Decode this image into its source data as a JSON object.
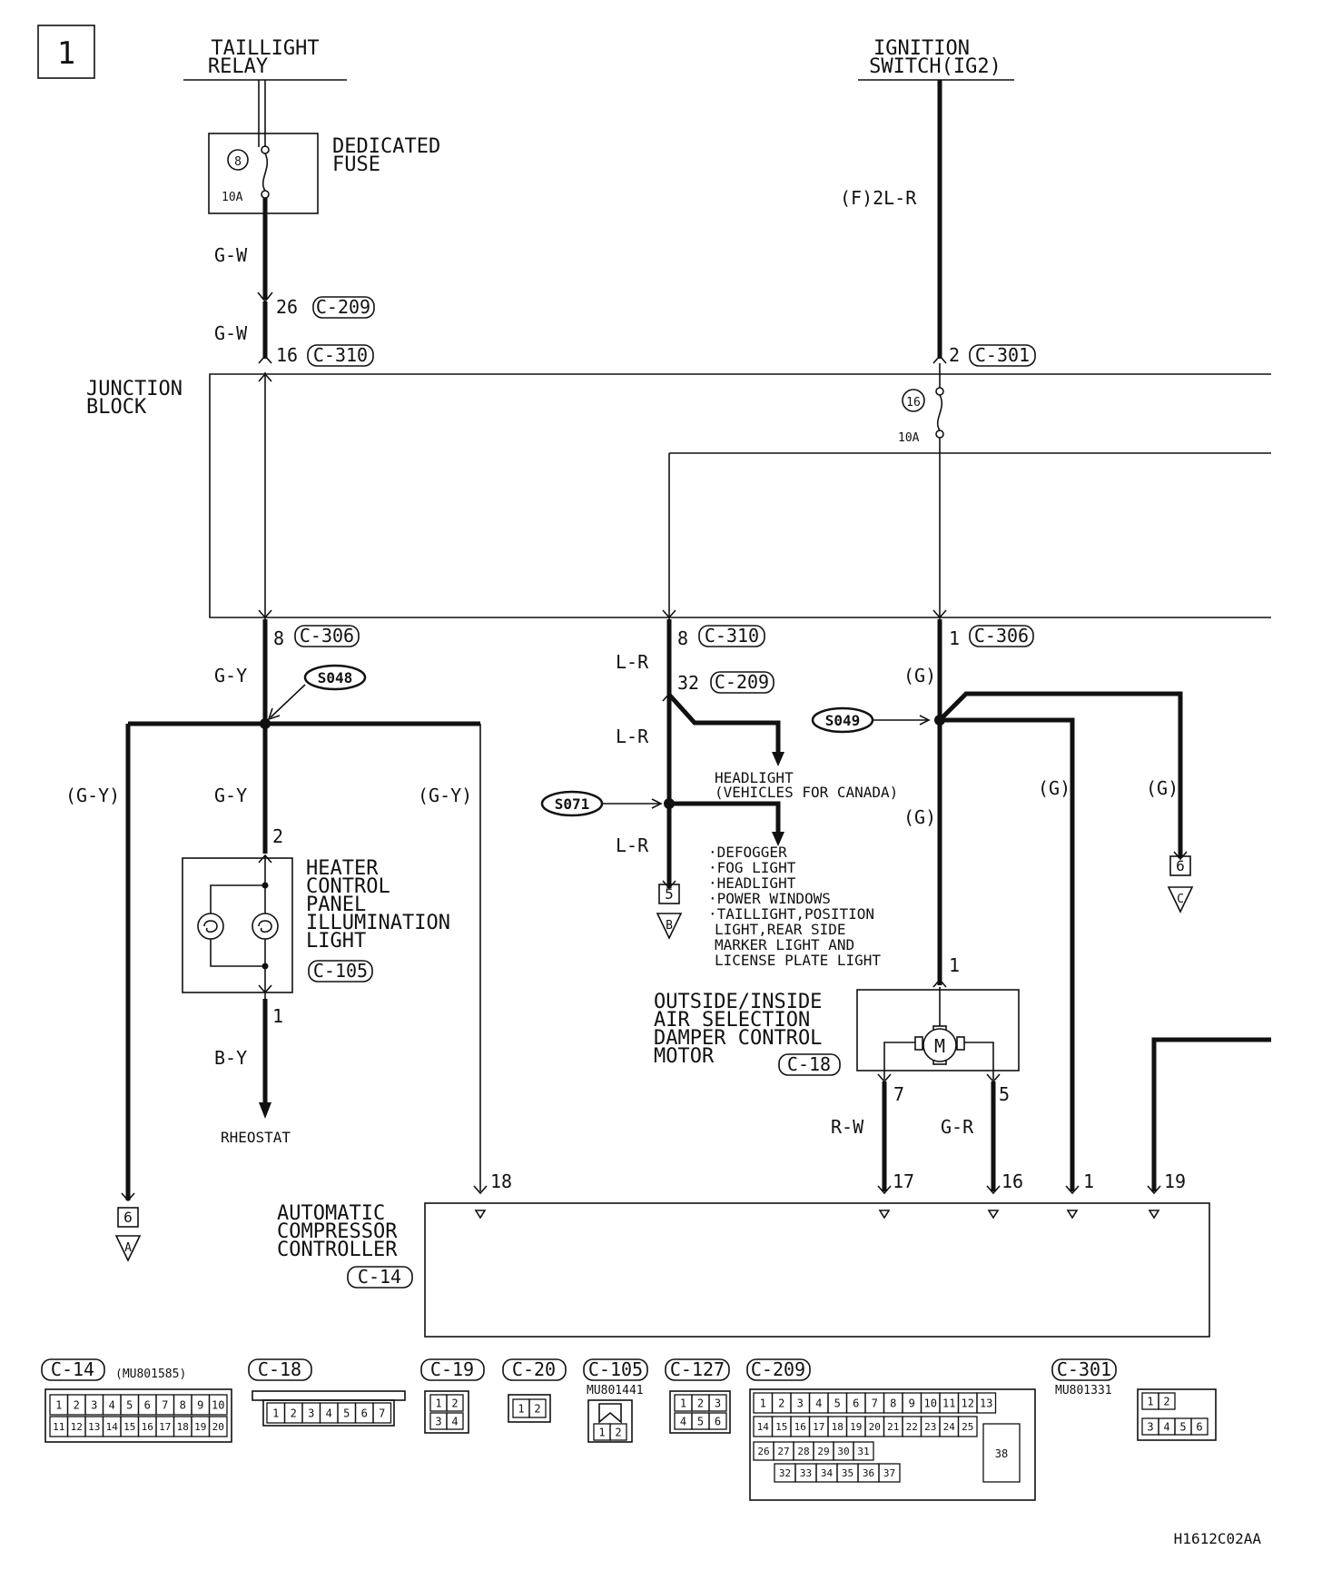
{
  "page_number": "1",
  "sources": {
    "taillight_relay": [
      "TAILLIGHT",
      "RELAY"
    ],
    "ignition_switch": [
      "IGNITION",
      "SWITCH(IG2)"
    ]
  },
  "dedicated_fuse": {
    "label": [
      "DEDICATED",
      "FUSE"
    ],
    "number": "8",
    "rating": "10A"
  },
  "junction_block": {
    "label": [
      "JUNCTION",
      "BLOCK"
    ],
    "fuse_number": "16",
    "fuse_rating": "10A"
  },
  "wires": {
    "g_w": "G-W",
    "f_2l_r": "(F)2L-R",
    "g_y": "G-Y",
    "g_y_paren": "(G-Y)",
    "l_r": "L-R",
    "g_paren": "(G)",
    "b_y": "B-Y",
    "r_w": "R-W",
    "g_r": "G-R"
  },
  "pins": {
    "p26": "26",
    "p16": "16",
    "p2": "2",
    "p8": "8",
    "p1": "1",
    "p32": "32",
    "p7": "7",
    "p5": "5",
    "p18": "18",
    "p17": "17",
    "p19": "19"
  },
  "connectors": {
    "c209": "C-209",
    "c310": "C-310",
    "c301": "C-301",
    "c306": "C-306",
    "c105": "C-105",
    "c18": "C-18",
    "c14": "C-14"
  },
  "splices": {
    "s048": "S048",
    "s049": "S049",
    "s071": "S071"
  },
  "components": {
    "heater_panel": [
      "HEATER",
      "CONTROL",
      "PANEL",
      "ILLUMINATION",
      "LIGHT"
    ],
    "motor": [
      "OUTSIDE/INSIDE",
      "AIR SELECTION",
      "DAMPER CONTROL",
      "MOTOR"
    ],
    "compressor": [
      "AUTOMATIC",
      "COMPRESSOR",
      "CONTROLLER"
    ],
    "rheostat": "RHEOSTAT",
    "headlight_canada": [
      "HEADLIGHT",
      "(VEHICLES FOR CANADA)"
    ],
    "loads_list": [
      "·DEFOGGER",
      "·FOG LIGHT",
      "·HEADLIGHT",
      "·POWER WINDOWS",
      "·TAILLIGHT,POSITION",
      "LIGHT,REAR SIDE",
      "MARKER LIGHT AND",
      "LICENSE PLATE LIGHT"
    ],
    "motor_symbol": "M"
  },
  "offpage": {
    "a": {
      "page": "6",
      "letter": "A"
    },
    "b": {
      "page": "5",
      "letter": "B"
    },
    "c": {
      "page": "6",
      "letter": "C"
    }
  },
  "connector_views": {
    "c14": {
      "label": "C-14",
      "part": "(MU801585)",
      "row1": [
        "1",
        "2",
        "3",
        "4",
        "5",
        "6",
        "7",
        "8",
        "9",
        "10"
      ],
      "row2": [
        "11",
        "12",
        "13",
        "14",
        "15",
        "16",
        "17",
        "18",
        "19",
        "20"
      ]
    },
    "c18": {
      "label": "C-18",
      "row1": [
        "1",
        "2",
        "3",
        "4",
        "5",
        "6",
        "7"
      ]
    },
    "c19": {
      "label": "C-19",
      "row1": [
        "1",
        "2"
      ],
      "row2": [
        "3",
        "4"
      ]
    },
    "c20": {
      "label": "C-20",
      "row1": [
        "1",
        "2"
      ]
    },
    "c105": {
      "label": "C-105",
      "part": "MU801441",
      "row1": [
        "1",
        "2"
      ]
    },
    "c127": {
      "label": "C-127",
      "row1": [
        "1",
        "2",
        "3"
      ],
      "row2": [
        "4",
        "5",
        "6"
      ]
    },
    "c209": {
      "label": "C-209",
      "row1": [
        "1",
        "2",
        "3",
        "4",
        "5",
        "6",
        "7",
        "8",
        "9",
        "10",
        "11",
        "12",
        "13"
      ],
      "row2": [
        "14",
        "15",
        "16",
        "17",
        "18",
        "19",
        "20",
        "21",
        "22",
        "23",
        "24",
        "25"
      ],
      "row3": [
        "26",
        "27",
        "28",
        "29",
        "30",
        "31"
      ],
      "row4": [
        "32",
        "33",
        "34",
        "35",
        "36",
        "37"
      ],
      "big": "38"
    },
    "c301": {
      "label": "C-301",
      "part": "MU801331",
      "row1": [
        "1",
        "2"
      ],
      "row2": [
        "3",
        "4",
        "5",
        "6"
      ]
    }
  },
  "figure_code": "H1612C02AA"
}
